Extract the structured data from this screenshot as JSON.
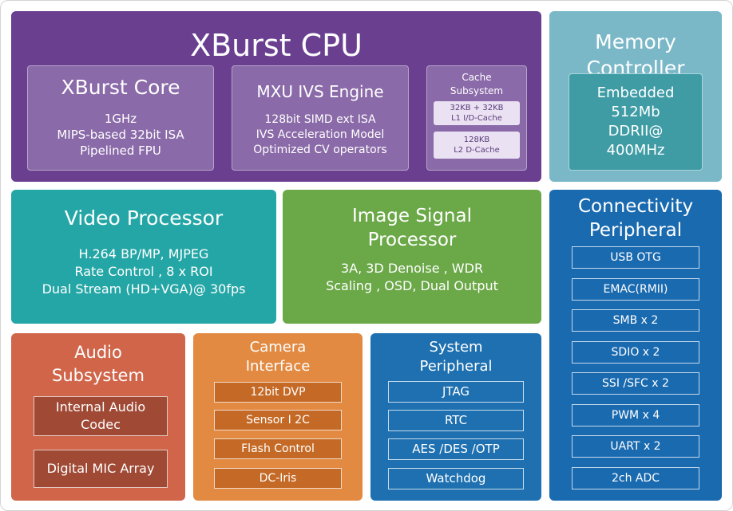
{
  "cpu": {
    "title": "XBurst CPU",
    "core": {
      "title": "XBurst Core",
      "lines": [
        "1GHz",
        "MIPS-based  32bit ISA",
        "Pipelined FPU"
      ]
    },
    "mxu": {
      "title": "MXU IVS Engine",
      "lines": [
        "128bit SIMD ext ISA",
        "IVS Acceleration Model",
        "Optimized CV operators"
      ]
    },
    "cache": {
      "title_lines": [
        "Cache",
        "Subsystem"
      ],
      "l1": [
        "32KB + 32KB",
        "L1 I/D-Cache"
      ],
      "l2": [
        "128KB",
        "L2 D-Cache"
      ]
    }
  },
  "memory": {
    "title_lines": [
      "Memory",
      "Controller"
    ],
    "inner_lines": [
      "Embedded",
      "512Mb",
      "DDRII@",
      "400MHz"
    ]
  },
  "video": {
    "title": "Video Processor",
    "lines": [
      "H.264 BP/MP,  MJPEG",
      "Rate Control ,  8 x ROI",
      "Dual Stream   (HD+VGA)@ 30fps"
    ]
  },
  "isp": {
    "title_lines": [
      "Image Signal",
      "Processor"
    ],
    "lines": [
      "3A,  3D Denoise ,  WDR",
      "Scaling  ,  OSD,  Dual Output"
    ]
  },
  "connectivity": {
    "title_lines": [
      "Connectivity",
      "Peripheral"
    ],
    "items": [
      "USB OTG",
      "EMAC(RMII)",
      "SMB x  2",
      "SDIO x  2",
      "SSI /SFC x  2",
      "PWM x 4",
      "UART x  2",
      "2ch ADC"
    ]
  },
  "audio": {
    "title_lines": [
      "Audio",
      "Subsystem"
    ],
    "items": [
      [
        "Internal Audio",
        "Codec"
      ],
      [
        "Digital MIC Array"
      ]
    ]
  },
  "camera": {
    "title_lines": [
      "Camera",
      "Interface"
    ],
    "items": [
      "12bit DVP",
      "Sensor I  2C",
      "Flash Control",
      "DC-Iris"
    ]
  },
  "system": {
    "title_lines": [
      "System",
      "Peripheral"
    ],
    "items": [
      "JTAG",
      "RTC",
      "AES /DES /OTP",
      "Watchdog"
    ]
  },
  "colors": {
    "cpu": "#6a3f90",
    "memory": "#7ab8c8",
    "video": "#25a6a6",
    "isp": "#6ba848",
    "connectivity": "#1a6ab0",
    "audio": "#d0654a",
    "camera": "#e28a42",
    "system": "#1e70b0"
  }
}
